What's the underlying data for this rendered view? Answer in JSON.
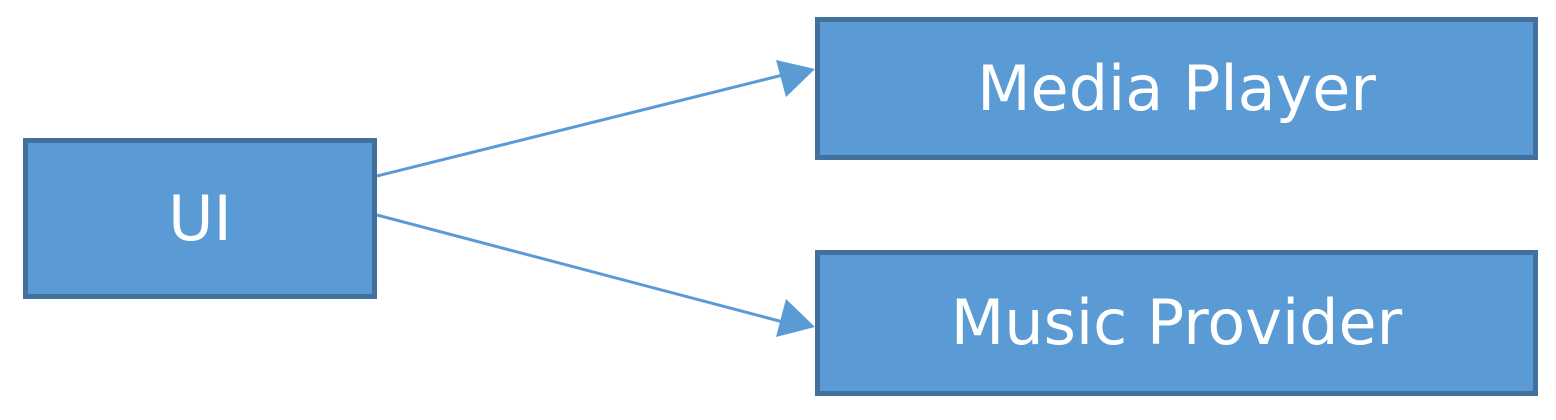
{
  "colors": {
    "box_fill": "#5b9bd5",
    "box_border": "#41719c",
    "text": "#ffffff",
    "arrow": "#5b9bd5",
    "background": "#ffffff"
  },
  "nodes": [
    {
      "id": "ui",
      "label": "UI"
    },
    {
      "id": "media-player",
      "label": "Media Player"
    },
    {
      "id": "music-provider",
      "label": "Music Provider"
    }
  ],
  "edges": [
    {
      "from": "ui",
      "to": "media-player"
    },
    {
      "from": "ui",
      "to": "music-provider"
    }
  ]
}
